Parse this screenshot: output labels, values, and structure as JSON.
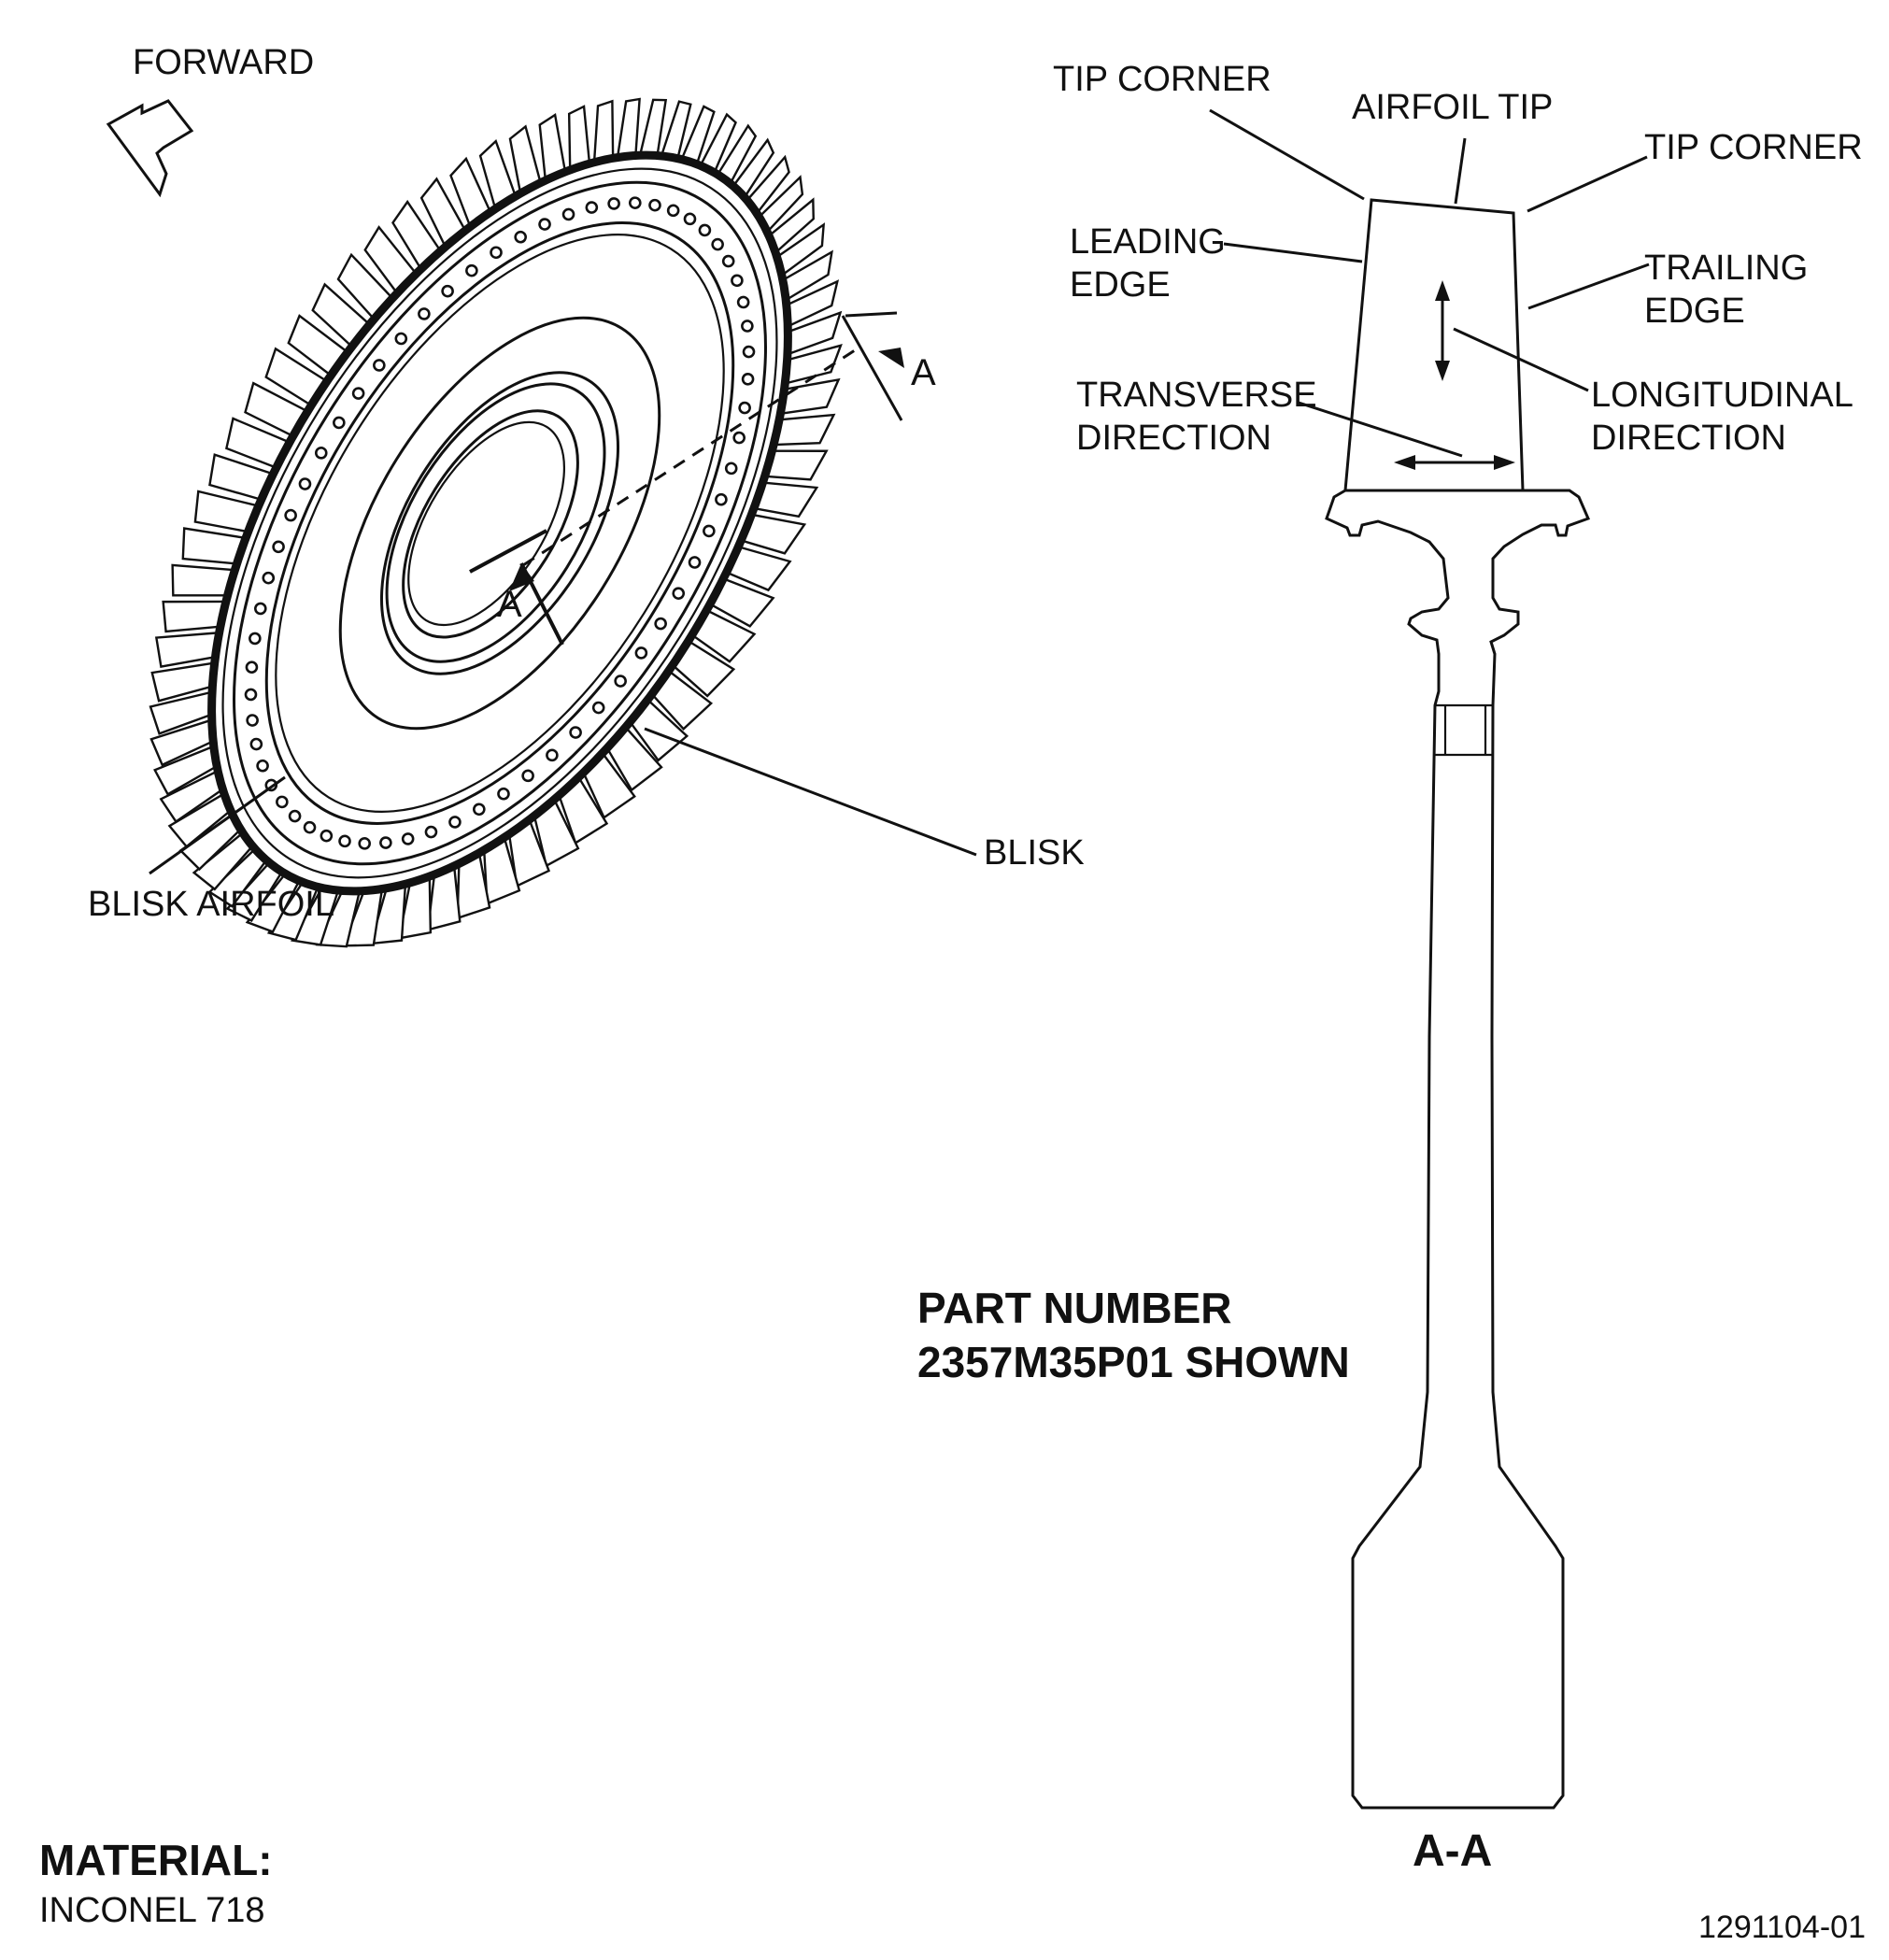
{
  "labels": {
    "forward": "FORWARD",
    "blisk_airfoil": "BLISK AIRFOIL",
    "blisk": "BLISK",
    "section_mark_top": "A",
    "section_mark_center": "A",
    "tip_corner_left": "TIP CORNER",
    "airfoil_tip": "AIRFOIL TIP",
    "tip_corner_right": "TIP CORNER",
    "leading_edge_1": "LEADING",
    "leading_edge_2": "EDGE",
    "trailing_edge_1": "TRAILING",
    "trailing_edge_2": "EDGE",
    "transverse_1": "TRANSVERSE",
    "transverse_2": "DIRECTION",
    "longitudinal_1": "LONGITUDINAL",
    "longitudinal_2": "DIRECTION",
    "part_number_1": "PART NUMBER",
    "part_number_2": "2357M35P01 SHOWN",
    "section_view": "A-A",
    "material_title": "MATERIAL:",
    "material_value": "INCONEL 718",
    "figure_id": "1291104-01"
  }
}
